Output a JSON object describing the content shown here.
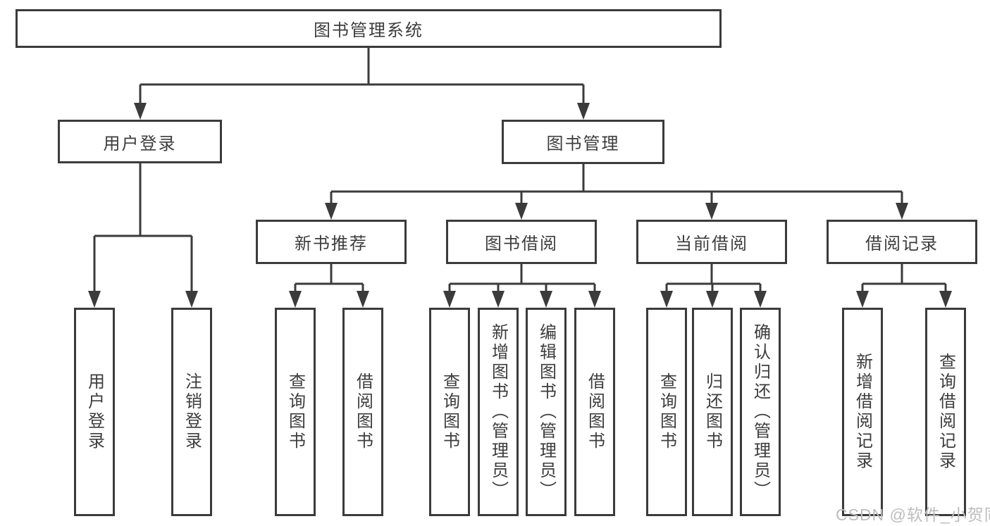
{
  "colors": {
    "line": "#3b3b3b",
    "text": "#3d3d3d",
    "watermark": "#bdbdbd",
    "background": "#ffffff"
  },
  "watermark": {
    "text": "CSDN @软件_小贺同学"
  },
  "tree": {
    "root": {
      "label": "图书管理系统"
    },
    "branches": [
      {
        "label": "用户登录",
        "children": [
          {
            "label": "用户登录"
          },
          {
            "label": "注销登录"
          }
        ]
      },
      {
        "label": "图书管理",
        "children": [
          {
            "label": "新书推荐",
            "children": [
              {
                "label": "查询图书"
              },
              {
                "label": "借阅图书"
              }
            ]
          },
          {
            "label": "图书借阅",
            "children": [
              {
                "label": "查询图书"
              },
              {
                "label": "新增图书（管理员）"
              },
              {
                "label": "编辑图书（管理员）"
              },
              {
                "label": "借阅图书"
              }
            ]
          },
          {
            "label": "当前借阅",
            "children": [
              {
                "label": "查询图书"
              },
              {
                "label": "归还图书"
              },
              {
                "label": "确认归还（管理员）"
              }
            ]
          },
          {
            "label": "借阅记录",
            "children": [
              {
                "label": "新增借阅记录"
              },
              {
                "label": "查询借阅记录"
              }
            ]
          }
        ]
      }
    ]
  }
}
